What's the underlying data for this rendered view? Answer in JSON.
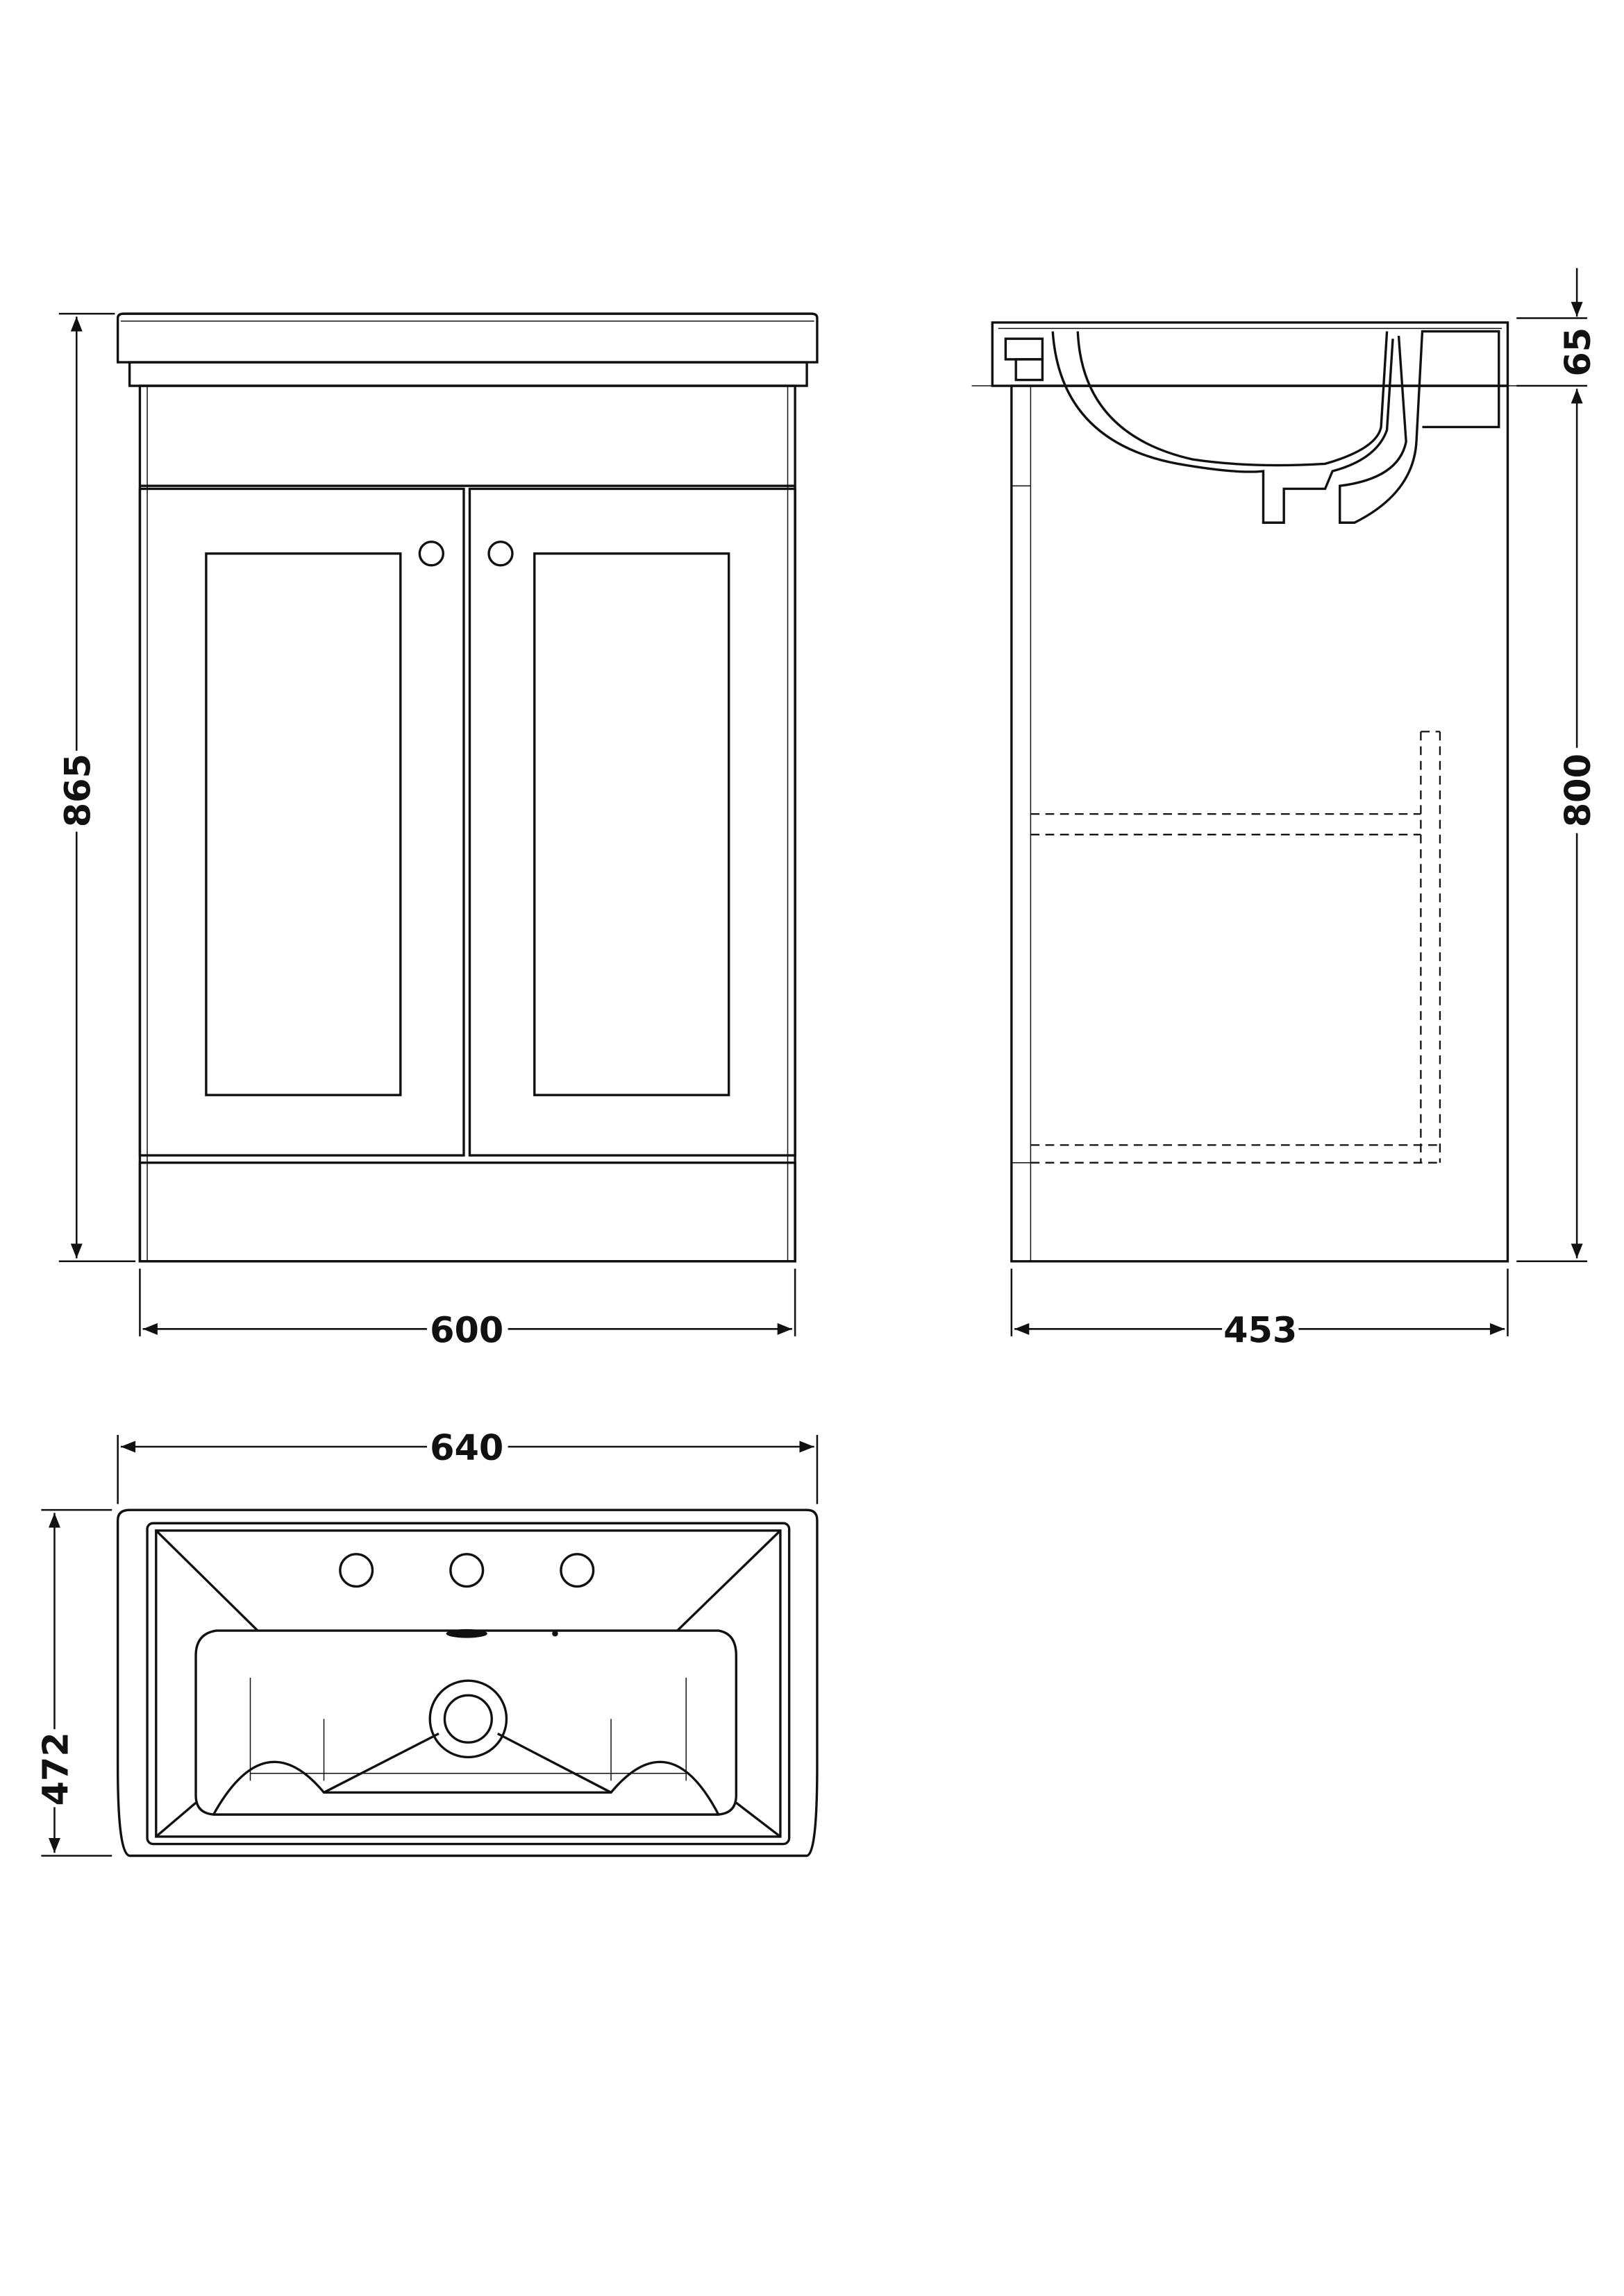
{
  "drawing": {
    "title": "Vanity unit with basin technical drawing",
    "dimensions": {
      "front_height": "865",
      "front_width": "600",
      "side_depth": "453",
      "basin_height": "65",
      "cabinet_height": "800",
      "basin_width": "640",
      "basin_depth": "472"
    },
    "line_color": "#111111",
    "background": "#ffffff"
  }
}
